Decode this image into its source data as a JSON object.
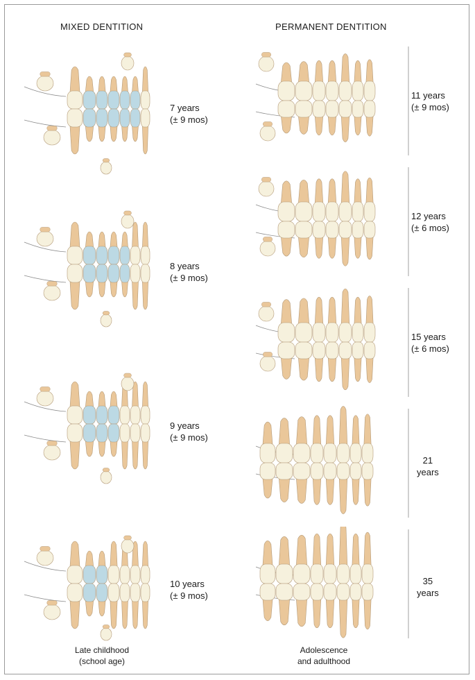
{
  "columns": {
    "mixed": {
      "title": "MIXED DENTITION",
      "footer_line1": "Late childhood",
      "footer_line2": "(school age)",
      "stages": [
        {
          "age": "7 years",
          "range": "(± 9 mos)",
          "primary_teeth": 5
        },
        {
          "age": "8 years",
          "range": "(± 9 mos)",
          "primary_teeth": 4
        },
        {
          "age": "9 years",
          "range": "(± 9 mos)",
          "primary_teeth": 3
        },
        {
          "age": "10 years",
          "range": "(± 9 mos)",
          "primary_teeth": 2
        }
      ]
    },
    "permanent": {
      "title": "PERMANENT DENTITION",
      "footer_line1": "Adolescence",
      "footer_line2": "and adulthood",
      "stages": [
        {
          "age": "11 years",
          "range": "(± 9 mos)"
        },
        {
          "age": "12 years",
          "range": "(± 6 mos)"
        },
        {
          "age": "15 years",
          "range": "(± 6 mos)"
        },
        {
          "age": "21",
          "range": "years"
        },
        {
          "age": "35",
          "range": "years"
        }
      ]
    }
  },
  "colors": {
    "crown": "#f6f1dd",
    "root": "#eac79a",
    "primary": "#bcd9e4",
    "outline": "#b49a78",
    "bone": "#8a8a8a"
  }
}
